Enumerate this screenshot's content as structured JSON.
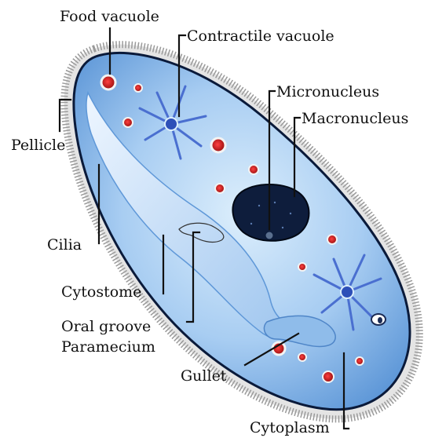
{
  "labels": {
    "food_vacuole": "Food vacuole",
    "contractile_vacuole": "Contractile vacuole",
    "micronucleus": "Micronucleus",
    "macronucleus": "Macronucleus",
    "pellicle": "Pellicle",
    "cilia": "Cilia",
    "cytostome": "Cytostome",
    "oral_groove": "Oral groove",
    "paramecium": "Paramecium",
    "gullet": "Gullet",
    "cytoplasm": "Cytoplasm"
  },
  "colors": {
    "body_fill": "#7fb3e8",
    "body_light": "#d4e8fa",
    "outline": "#0a1a3a",
    "cilia": "#9a9a9a",
    "macronucleus": "#0e1d3c",
    "vacuole_red": "#c01818",
    "contractile": "#4a6fd0"
  }
}
